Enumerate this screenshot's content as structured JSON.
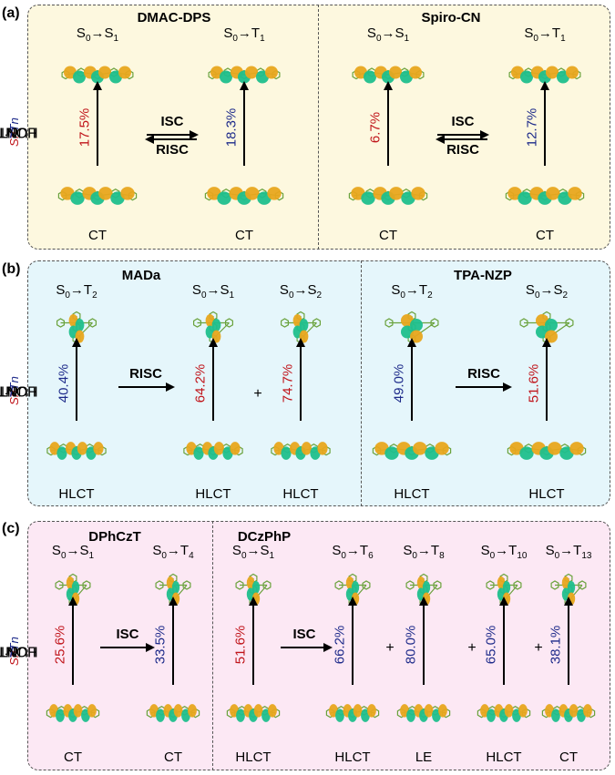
{
  "panel_a": {
    "tag": "(a)",
    "left_title": "DMAC-DPS",
    "right_title": "Spiro-CN",
    "axis": {
      "lunto": "LUNTO",
      "honto": "HONTO",
      "isn": "I",
      "isn_sub": "Sn",
      "or": " or ",
      "itn": "I",
      "itn_sub": "Tn"
    },
    "columns": [
      {
        "s0": "S",
        "s0sub": "0",
        "arrow": "→",
        "st": "S",
        "stsub": "1",
        "pct": "17.5%",
        "pct_color": "red",
        "char": "CT"
      },
      {
        "s0": "S",
        "s0sub": "0",
        "arrow": "→",
        "st": "T",
        "stsub": "1",
        "pct": "18.3%",
        "pct_color": "blue",
        "char": "CT"
      },
      {
        "s0": "S",
        "s0sub": "0",
        "arrow": "→",
        "st": "S",
        "stsub": "1",
        "pct": "6.7%",
        "pct_color": "red",
        "char": "CT"
      },
      {
        "s0": "S",
        "s0sub": "0",
        "arrow": "→",
        "st": "T",
        "stsub": "1",
        "pct": "12.7%",
        "pct_color": "blue",
        "char": "CT"
      }
    ],
    "isc": "ISC",
    "risc": "RISC"
  },
  "panel_b": {
    "tag": "(b)",
    "left_title": "MADa",
    "right_title": "TPA-NZP",
    "axis": {
      "lunto": "LUNTO",
      "honto": "HONTO",
      "isn": "I",
      "isn_sub": "Sn",
      "or": " or ",
      "itn": "I",
      "itn_sub": "Tn"
    },
    "columns": [
      {
        "s0": "S",
        "s0sub": "0",
        "arrow": "→",
        "st": "T",
        "stsub": "2",
        "pct": "40.4%",
        "pct_color": "blue",
        "char": "HLCT"
      },
      {
        "s0": "S",
        "s0sub": "0",
        "arrow": "→",
        "st": "S",
        "stsub": "1",
        "pct": "64.2%",
        "pct_color": "red",
        "char": "HLCT"
      },
      {
        "s0": "S",
        "s0sub": "0",
        "arrow": "→",
        "st": "S",
        "stsub": "2",
        "pct": "74.7%",
        "pct_color": "red",
        "char": "HLCT"
      },
      {
        "s0": "S",
        "s0sub": "0",
        "arrow": "→",
        "st": "T",
        "stsub": "2",
        "pct": "49.0%",
        "pct_color": "blue",
        "char": "HLCT"
      },
      {
        "s0": "S",
        "s0sub": "0",
        "arrow": "→",
        "st": "S",
        "stsub": "2",
        "pct": "51.6%",
        "pct_color": "red",
        "char": "HLCT"
      }
    ],
    "risc": "RISC",
    "plus": "+"
  },
  "panel_c": {
    "tag": "(c)",
    "left_title": "DPhCzT",
    "right_title": "DCzPhP",
    "axis": {
      "lunto": "LUNTO",
      "honto": "HONTO",
      "isn": "I",
      "isn_sub": "Sn",
      "or": " or ",
      "itn": "I",
      "itn_sub": "Tn"
    },
    "columns": [
      {
        "s0": "S",
        "s0sub": "0",
        "arrow": "→",
        "st": "S",
        "stsub": "1",
        "pct": "25.6%",
        "pct_color": "red",
        "char": "CT"
      },
      {
        "s0": "S",
        "s0sub": "0",
        "arrow": "→",
        "st": "T",
        "stsub": "4",
        "pct": "33.5%",
        "pct_color": "blue",
        "char": "CT"
      },
      {
        "s0": "S",
        "s0sub": "0",
        "arrow": "→",
        "st": "S",
        "stsub": "1",
        "pct": "51.6%",
        "pct_color": "red",
        "char": "HLCT"
      },
      {
        "s0": "S",
        "s0sub": "0",
        "arrow": "→",
        "st": "T",
        "stsub": "6",
        "pct": "66.2%",
        "pct_color": "blue",
        "char": "HLCT"
      },
      {
        "s0": "S",
        "s0sub": "0",
        "arrow": "→",
        "st": "T",
        "stsub": "8",
        "pct": "80.0%",
        "pct_color": "blue",
        "char": "LE"
      },
      {
        "s0": "S",
        "s0sub": "0",
        "arrow": "→",
        "st": "T",
        "stsub": "10",
        "pct": "65.0%",
        "pct_color": "blue",
        "char": "HLCT"
      },
      {
        "s0": "S",
        "s0sub": "0",
        "arrow": "→",
        "st": "T",
        "stsub": "13",
        "pct": "38.1%",
        "pct_color": "blue",
        "char": "CT"
      }
    ],
    "isc": "ISC",
    "plus": "+"
  },
  "colors": {
    "orbital_positive": "#e8a61e",
    "orbital_negative": "#1fbf8c",
    "bond": "#6aa23c",
    "red_text": "#c0141a",
    "blue_text": "#1d2a8a"
  }
}
